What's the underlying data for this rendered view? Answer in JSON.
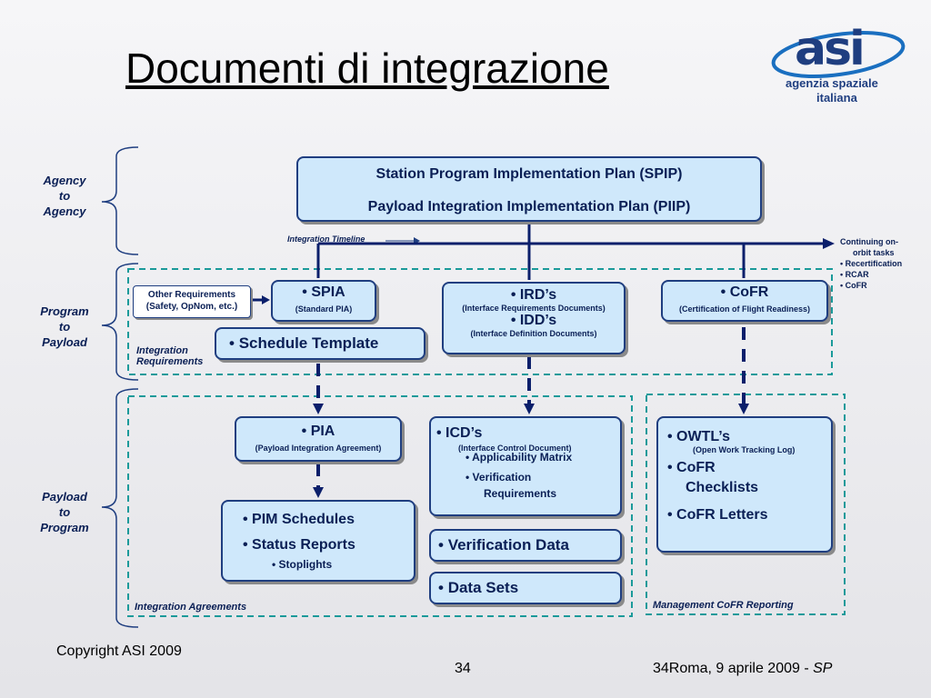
{
  "title": "Documenti di integrazione",
  "logo": {
    "mark": "asi",
    "line1": "agenzia spaziale",
    "line2": "italiana"
  },
  "side_labels": {
    "agency": [
      "Agency",
      "to",
      "Agency"
    ],
    "program": [
      "Program",
      "to",
      "Payload"
    ],
    "payload": [
      "Payload",
      "to",
      "Program"
    ]
  },
  "top_box": {
    "line1": "Station Program Implementation Plan (SPIP)",
    "line2": "Payload Integration Implementation Plan (PIIP)"
  },
  "timeline": {
    "label": "Integration Timeline",
    "notes": [
      "Continuing on-",
      "orbit tasks",
      "Recertification",
      "RCAR",
      "CoFR"
    ]
  },
  "program_section": {
    "other_req": {
      "line1": "Other Requirements",
      "line2": "(Safety, OpNom, etc.)"
    },
    "spia": {
      "title": "SPIA",
      "sub": "(Standard PIA)"
    },
    "schedule": "Schedule Template",
    "label": {
      "line1": "Integration",
      "line2": "Requirements"
    },
    "ird": {
      "title": "IRD’s",
      "sub": "(Interface Requirements Documents)"
    },
    "idd": {
      "title": "IDD’s",
      "sub": "(Interface Definition Documents)"
    },
    "cofr": {
      "title": "CoFR",
      "sub": "(Certification of Flight Readiness)"
    }
  },
  "payload_section": {
    "pia": {
      "title": "PIA",
      "sub": "(Payload Integration Agreement)"
    },
    "pim": {
      "item1": "PIM Schedules",
      "item2": "Status Reports",
      "sub": "Stoplights"
    },
    "icd": {
      "title": "ICD’s",
      "sub": "(Interface Control Document)",
      "item1": "Applicability Matrix",
      "item2a": "Verification",
      "item2b": "Requirements"
    },
    "verification": "Verification Data",
    "datasets": "Data Sets",
    "owtl": {
      "title": "OWTL’s",
      "sub": "(Open Work Tracking Log)",
      "item2a": "CoFR",
      "item2b": "Checklists",
      "item3": "CoFR Letters"
    },
    "label_left": "Integration Agreements",
    "label_right": "Management CoFR Reporting"
  },
  "footer": {
    "copyright": "Copyright ASI 2009",
    "page": "34",
    "date": "34Roma, 9 aprile 2009 - ",
    "date_italic": "SP"
  }
}
